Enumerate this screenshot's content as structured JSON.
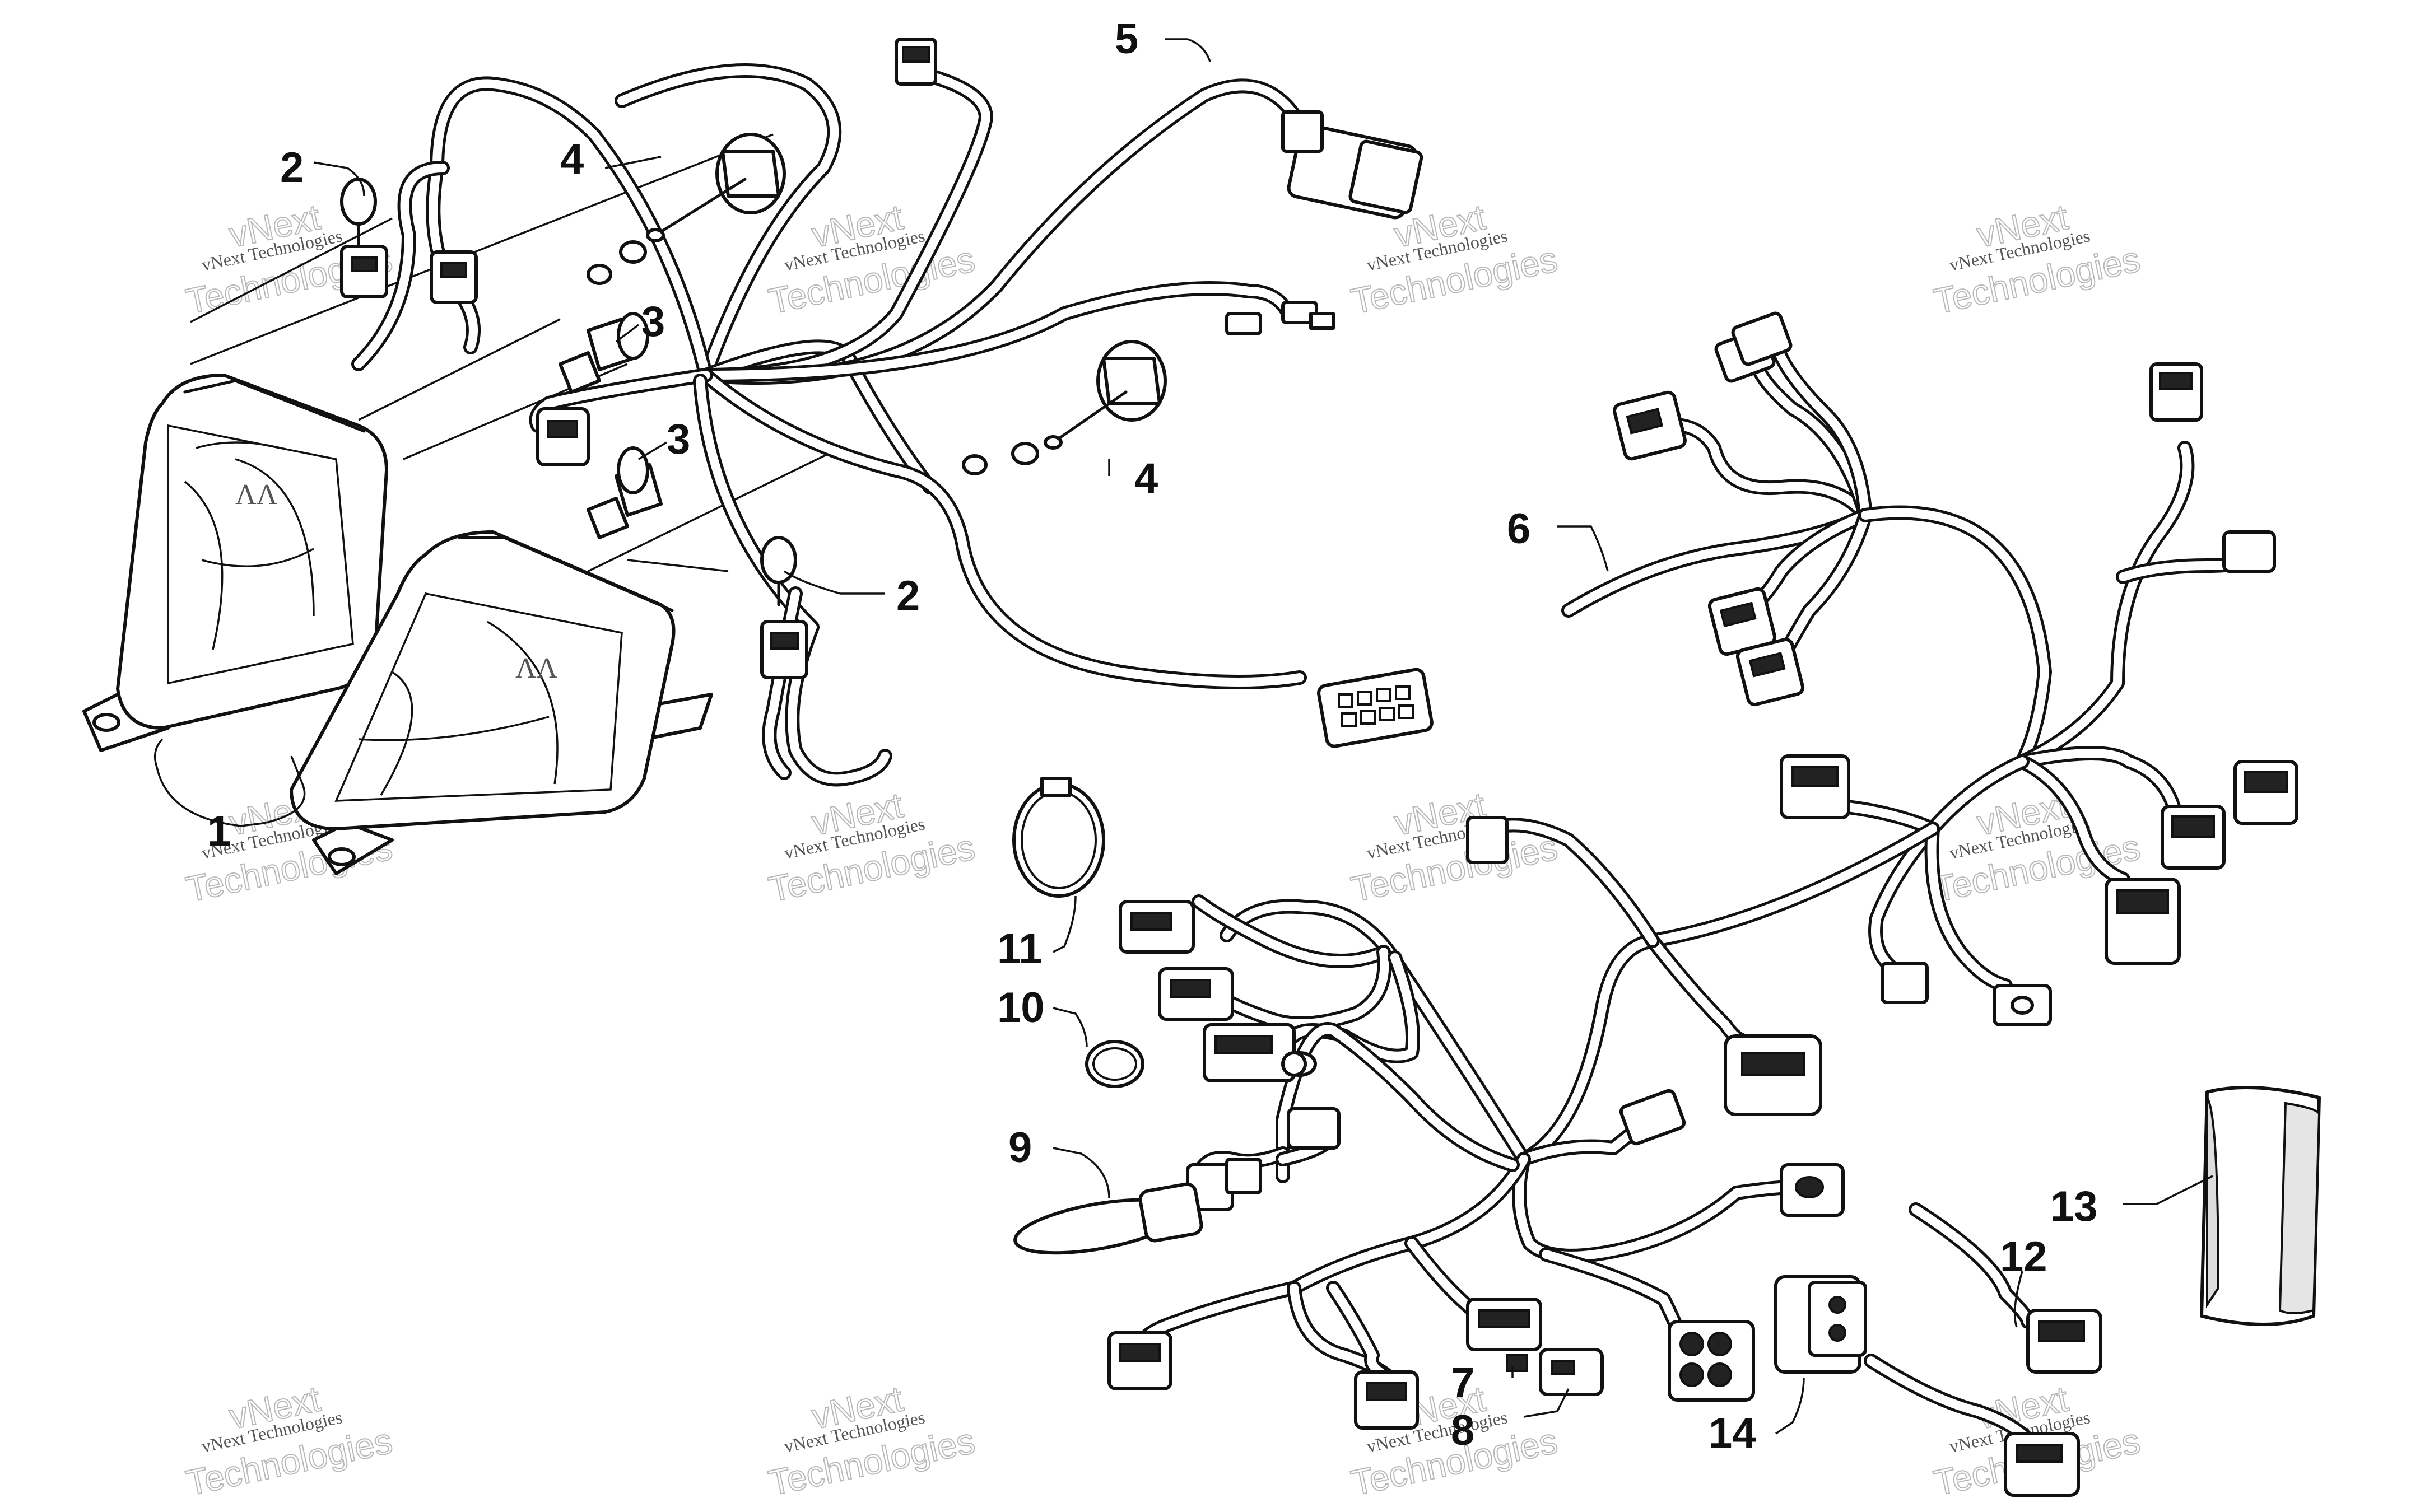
{
  "callouts": {
    "c1": "1",
    "c2a": "2",
    "c2b": "2",
    "c3a": "3",
    "c3b": "3",
    "c4a": "4",
    "c4b": "4",
    "c5": "5",
    "c6": "6",
    "c7": "7",
    "c8": "8",
    "c9": "9",
    "c10": "10",
    "c11": "11",
    "c12": "12",
    "c13": "13",
    "c14": "14"
  },
  "watermark": {
    "line1": "vNext Technologies",
    "big_top": "vNext",
    "big_bottom": "Technologies"
  }
}
